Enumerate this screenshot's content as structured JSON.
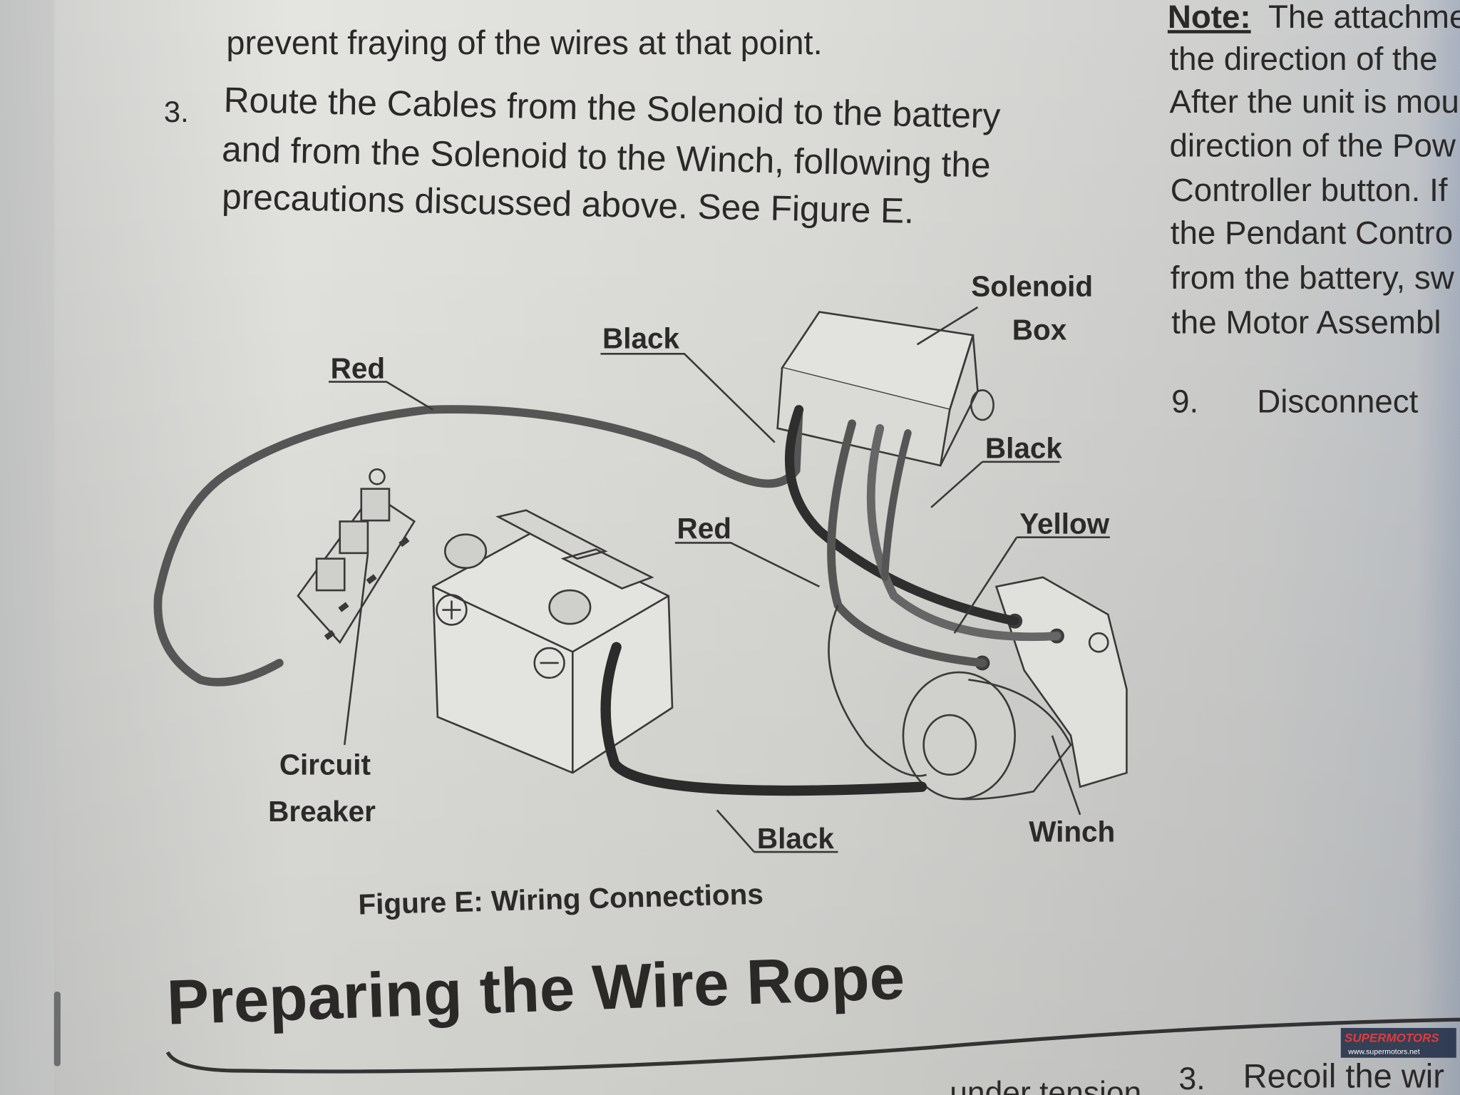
{
  "left_column": {
    "prev_line": "prevent fraying of the wires at that point.",
    "step3_number": "3.",
    "step3_lines": [
      "Route the Cables from the Solenoid to the battery",
      "and from the Solenoid to the Winch, following the",
      "precautions discussed above.  See Figure E."
    ]
  },
  "right_column": {
    "note_label": "Note:",
    "lines": [
      "The attachme",
      "the direction of the",
      "After the unit is mou",
      "direction of the Pow",
      "Controller button. If",
      "the Pendant Contro",
      "from the battery, sw",
      "the Motor Assembl"
    ],
    "step9_number": "9.",
    "step9_text": "Disconnect"
  },
  "figure": {
    "labels": {
      "solenoid_box_1": "Solenoid",
      "solenoid_box_2": "Box",
      "black_top": "Black",
      "red_top": "Red",
      "black_right": "Black",
      "yellow": "Yellow",
      "red_mid": "Red",
      "circuit_breaker_1": "Circuit",
      "circuit_breaker_2": "Breaker",
      "black_bottom": "Black",
      "winch": "Winch"
    },
    "caption": "Figure E:  Wiring Connections"
  },
  "section": {
    "heading": "Preparing the Wire Rope",
    "bottom_left_fragment": "under tension",
    "bottom_right_number": "3.",
    "bottom_right_text": "Recoil the wir"
  },
  "watermark": {
    "brand": "SUPERMOTORS",
    "url": "www.supermotors.net"
  }
}
